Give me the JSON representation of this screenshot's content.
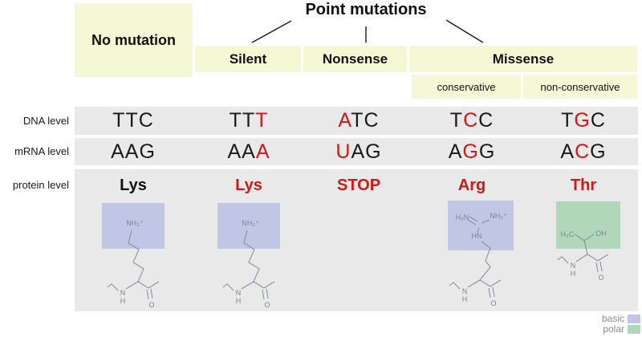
{
  "title": "Point mutations",
  "headers": {
    "no_mutation": "No mutation",
    "silent": "Silent",
    "nonsense": "Nonsense",
    "missense": "Missense",
    "conservative": "conservative",
    "non_conservative": "non-conservative"
  },
  "row_labels": {
    "dna": "DNA level",
    "mrna": "mRNA level",
    "protein": "protein level"
  },
  "columns": [
    {
      "name": "no-mutation",
      "dna": "TTC",
      "dna_red": [],
      "mrna": "AAG",
      "mrna_red": [],
      "protein": "Lys",
      "protein_red": false
    },
    {
      "name": "silent",
      "dna": "TTT",
      "dna_red": [
        2
      ],
      "mrna": "AAA",
      "mrna_red": [
        2
      ],
      "protein": "Lys",
      "protein_red": true
    },
    {
      "name": "nonsense",
      "dna": "ATC",
      "dna_red": [
        0
      ],
      "mrna": "UAG",
      "mrna_red": [
        0
      ],
      "protein": "STOP",
      "protein_red": true
    },
    {
      "name": "missense-conservative",
      "dna": "TCC",
      "dna_red": [
        1
      ],
      "mrna": "AGG",
      "mrna_red": [
        1
      ],
      "protein": "Arg",
      "protein_red": true
    },
    {
      "name": "missense-non-conservative",
      "dna": "TGC",
      "dna_red": [
        1
      ],
      "mrna": "ACG",
      "mrna_red": [
        1
      ],
      "protein": "Thr",
      "protein_red": true
    }
  ],
  "structures": {
    "lysine": {
      "group": "NH₃⁺",
      "n": "N",
      "h": "H",
      "o": "O",
      "highlight": "basic"
    },
    "arginine": {
      "h2n": "H₂N",
      "nh2": "NH₂⁺",
      "hn": "HN",
      "n": "N",
      "h": "H",
      "o": "O",
      "highlight": "basic"
    },
    "threonine": {
      "h3c": "H₃C",
      "oh": "OH",
      "n": "N",
      "h": "H",
      "o": "O",
      "highlight": "polar"
    }
  },
  "legend": [
    {
      "label": "basic",
      "color": "#c2c6e5"
    },
    {
      "label": "polar",
      "color": "#b1d7bb"
    }
  ],
  "colors": {
    "header_bg": "#f4f8d5",
    "row_bg": "#e9e9e9",
    "mutation_red": "#d01816",
    "basic_highlight": "#c2c6e5",
    "polar_highlight": "#b1d7bb",
    "structure_line": "#8a92a4"
  }
}
